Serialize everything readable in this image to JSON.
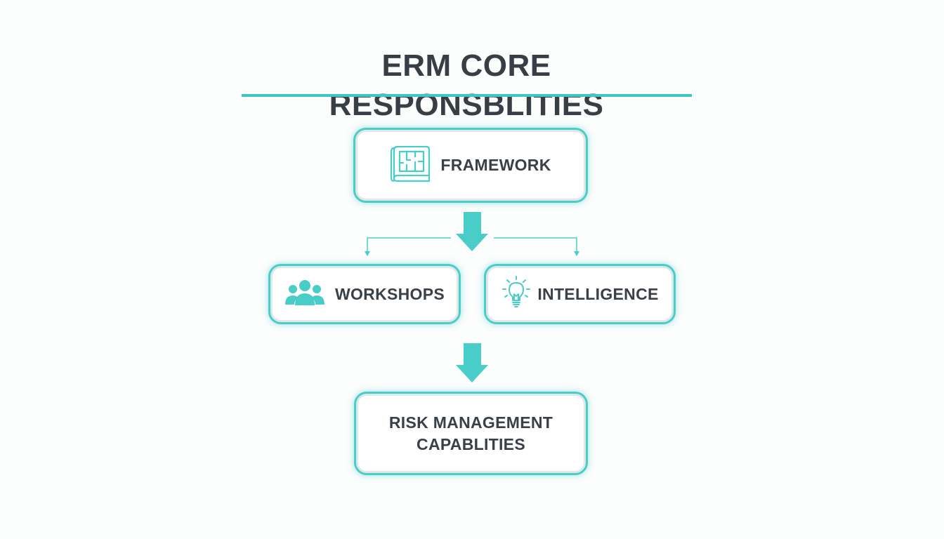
{
  "title": "ERM CORE RESPONSBLITIES",
  "nodes": {
    "framework": {
      "label": "FRAMEWORK",
      "icon": "blueprint-icon"
    },
    "workshops": {
      "label": "WORKSHOPS",
      "icon": "people-group-icon"
    },
    "intelligence": {
      "label": "INTELLIGENCE",
      "icon": "lightbulb-icon"
    },
    "capabilities": {
      "label": "RISK MANAGEMENT CAPABLITIES"
    }
  },
  "colors": {
    "accent": "#48cdc8",
    "text": "#3a4047",
    "background": "#fcfdfd"
  }
}
